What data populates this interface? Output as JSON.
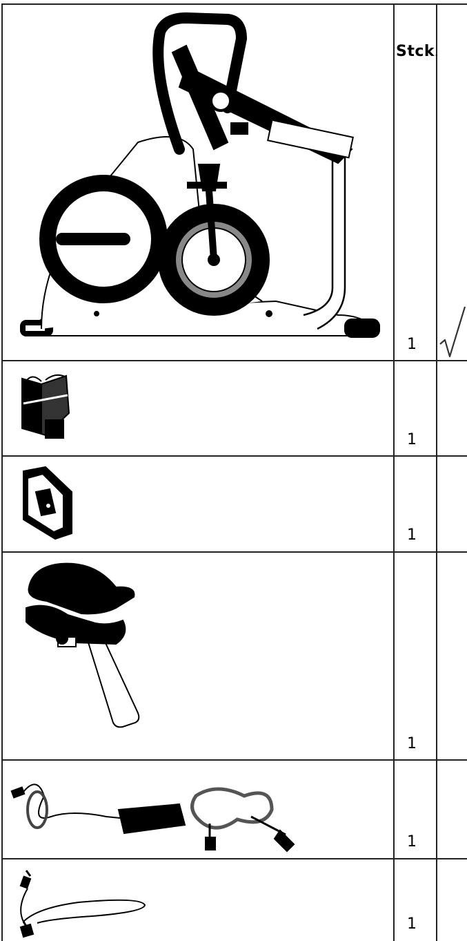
{
  "header": {
    "stck": "Stck",
    "dot": "."
  },
  "rows": [
    {
      "qty": "1",
      "part": "bike-frame"
    },
    {
      "qty": "1",
      "part": "holder-part"
    },
    {
      "qty": "1",
      "part": "bracket-part"
    },
    {
      "qty": "1",
      "part": "saddle"
    },
    {
      "qty": "1",
      "part": "power-adapter"
    },
    {
      "qty": "1",
      "part": "sensor-cable"
    }
  ],
  "check": "✓"
}
